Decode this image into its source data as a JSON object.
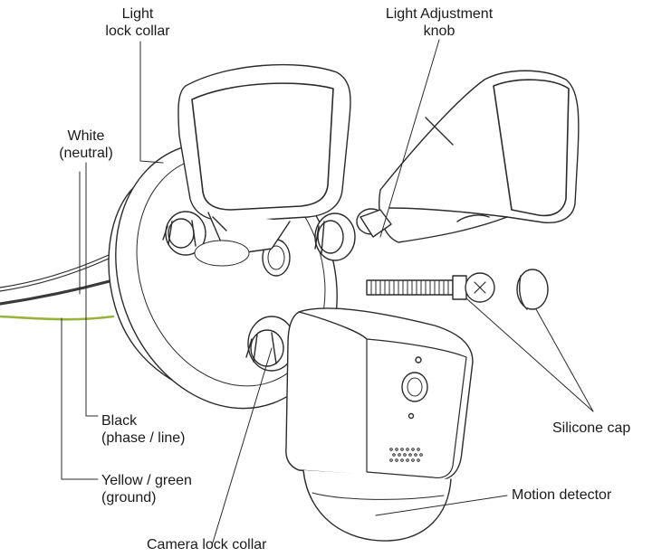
{
  "labels": {
    "light_lock_collar": [
      "Light",
      "lock collar"
    ],
    "light_adjustment_knob": [
      "Light Adjustment",
      "knob"
    ],
    "white_neutral": [
      "White",
      "(neutral)"
    ],
    "black_phase": [
      "Black",
      "(phase / line)"
    ],
    "yellow_green_ground": [
      "Yellow / green",
      "(ground)"
    ],
    "silicone_cap": "Silicone cap",
    "motion_detector": "Motion detector",
    "camera_lock_collar": "Camera lock collar"
  },
  "colors": {
    "line": "#2b2b2b",
    "wire_ground": "#9ab23c",
    "wire_neutral": "#d8d8d8",
    "wire_phase": "#3a3a3a"
  }
}
